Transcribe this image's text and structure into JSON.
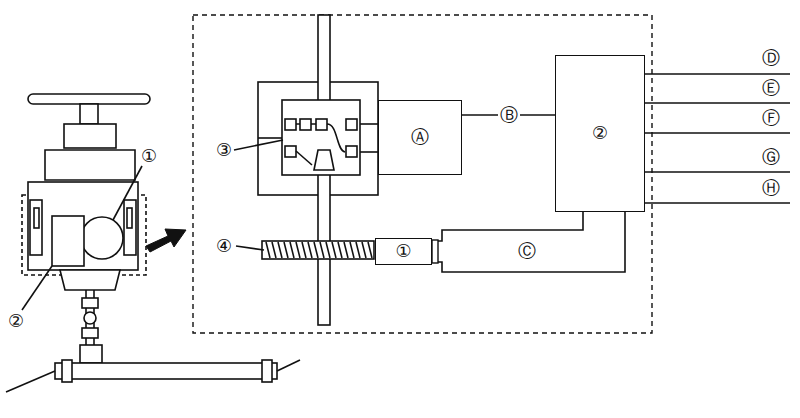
{
  "diagram": {
    "nodes": [
      {
        "text": [
          "Ⓐ"
        ]
      },
      {
        "text": [
          "②"
        ]
      },
      {
        "text": [
          "①"
        ]
      }
    ],
    "edges": [
      {
        "from": 0,
        "to": 1,
        "arrow": "none",
        "label": "Ⓑ"
      },
      {
        "from": 2,
        "to": 1,
        "arrow": "none",
        "label": "Ⓒ"
      }
    ],
    "labels": [
      "①",
      "②",
      "③",
      "④",
      "Ⓓ",
      "Ⓔ",
      "Ⓕ",
      "Ⓖ",
      "Ⓗ"
    ]
  }
}
